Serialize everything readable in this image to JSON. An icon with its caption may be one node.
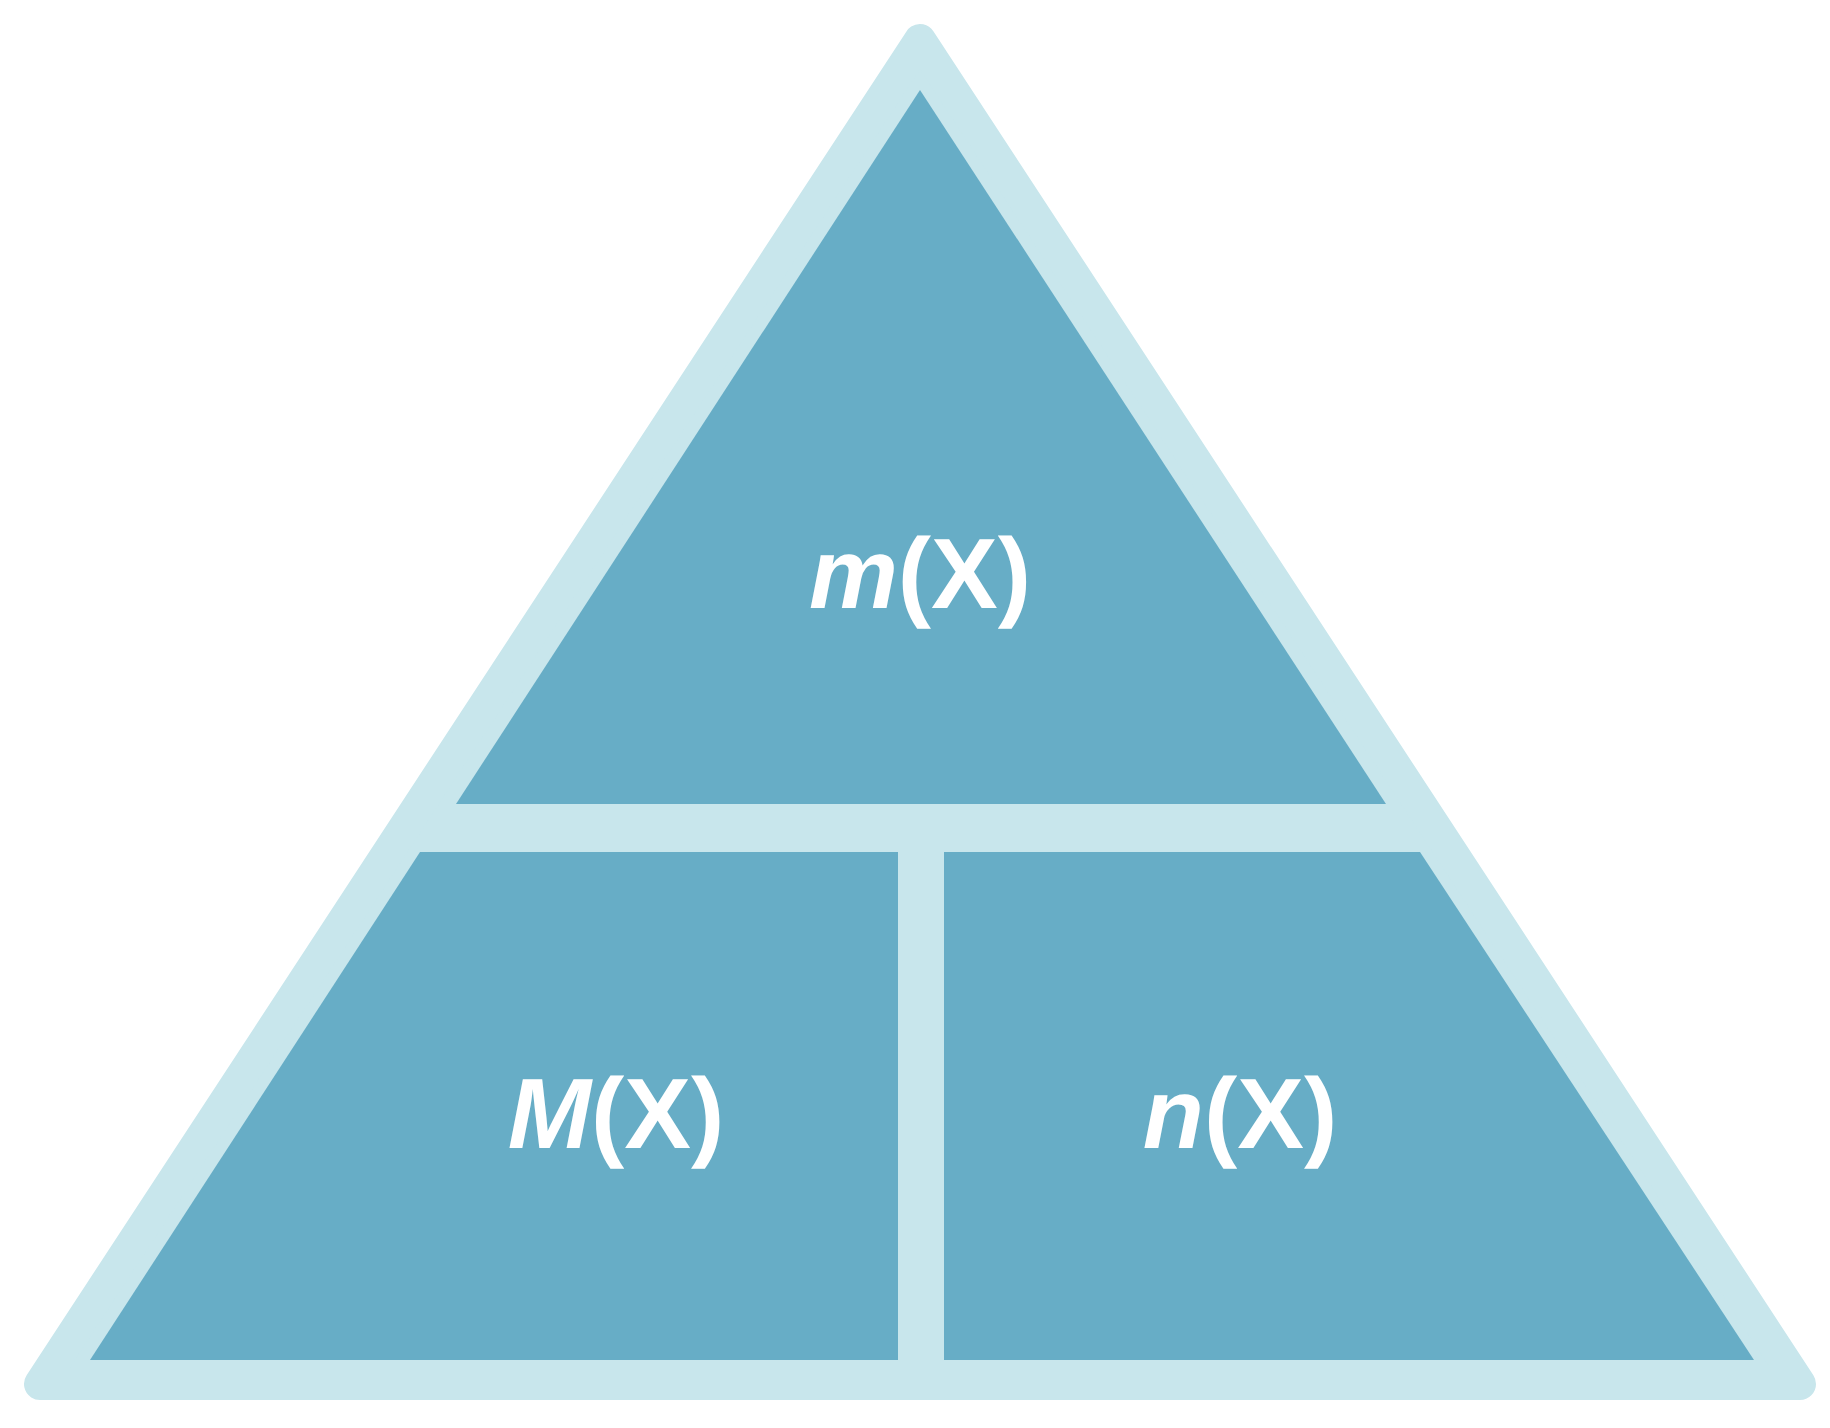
{
  "diagram": {
    "nodes": [
      {
        "text": [],
        "shape": "triangle"
      },
      {
        "text": [
          "*m*(X)"
        ],
        "in": 0
      },
      {
        "text": [
          "*M*(X)"
        ],
        "in": 0
      },
      {
        "text": [
          "*n*(X)"
        ],
        "in": 0
      }
    ]
  }
}
